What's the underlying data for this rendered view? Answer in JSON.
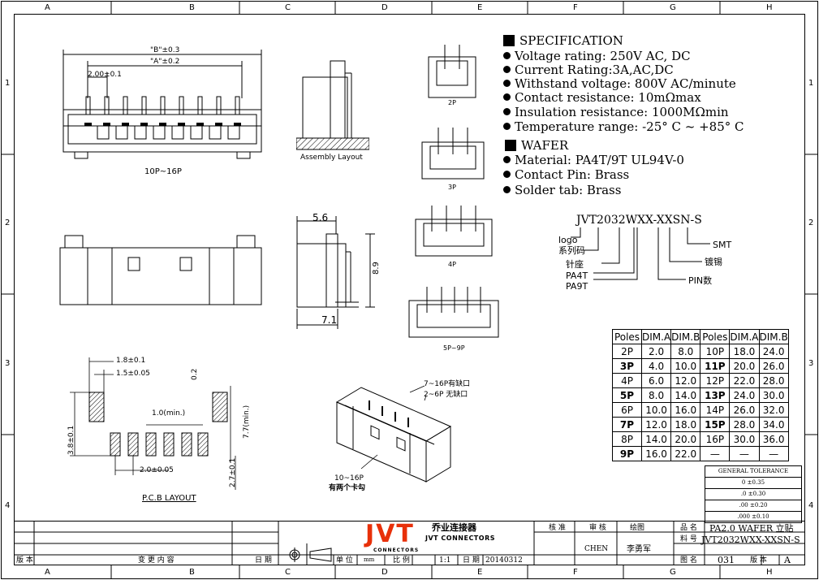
{
  "border": {
    "cols": [
      "A",
      "B",
      "C",
      "D",
      "E",
      "F",
      "G",
      "H"
    ],
    "rows": [
      "1",
      "2",
      "3",
      "4"
    ]
  },
  "spec": {
    "heading": "SPECIFICATION",
    "items": [
      "Voltage rating: 250V AC, DC",
      "Current Rating:3A,AC,DC",
      "Withstand voltage: 800V AC/minute",
      "Contact resistance: 10mΩmax",
      "Insulation resistance: 1000MΩmin",
      "Temperature range: -25° C ~ +85° C"
    ],
    "wafer_heading": "WAFER",
    "wafer_items": [
      "Material: PA4T/9T UL94V-0",
      "Contact Pin: Brass",
      "Solder tab: Brass"
    ]
  },
  "part_code": {
    "code": "JVT2032WXX-XXSN-S",
    "logo": "logo",
    "series": "系列码",
    "socket": "针座",
    "pa4t": "PA4T",
    "pa9t": "PA9T",
    "pin_count": "PIN数",
    "plating": "镀锡",
    "smt": "SMT"
  },
  "drawing": {
    "dim_b": "\"B\"±0.3",
    "dim_a": "\"A\"±0.2",
    "pitch": "2.00±0.1",
    "range_label": "10P~16P",
    "assembly_label": "Assembly Layout",
    "width_56": "5.6",
    "height_89": "8.9",
    "width_71": "7.1",
    "pcb_18": "1.8±0.1",
    "pcb_15": "1.5±0.05",
    "pcb_02": "0.2",
    "pcb_10": "1.0(min.)",
    "pcb_38": "3.8±0.1",
    "pcb_77": "7.7(min.)",
    "pcb_20": "2.0±0.05",
    "pcb_27": "2.7±0.1",
    "pcb_title": "P.C.B LAYOUT",
    "notch_7_16": "7~16P有缺口",
    "notch_2_6": "2~6P 无缺口",
    "clip_range": "10~16P",
    "clip_note": "有两个卡勾",
    "views": [
      "2P",
      "3P",
      "4P",
      "5P~9P"
    ]
  },
  "poles_table": {
    "header": [
      "Poles",
      "DIM.A",
      "DIM.B",
      "Poles",
      "DIM.A",
      "DIM.B"
    ],
    "rows": [
      [
        "2P",
        "2.0",
        "8.0",
        "10P",
        "18.0",
        "24.0"
      ],
      [
        "3P",
        "4.0",
        "10.0",
        "11P",
        "20.0",
        "26.0"
      ],
      [
        "4P",
        "6.0",
        "12.0",
        "12P",
        "22.0",
        "28.0"
      ],
      [
        "5P",
        "8.0",
        "14.0",
        "13P",
        "24.0",
        "30.0"
      ],
      [
        "6P",
        "10.0",
        "16.0",
        "14P",
        "26.0",
        "32.0"
      ],
      [
        "7P",
        "12.0",
        "18.0",
        "15P",
        "28.0",
        "34.0"
      ],
      [
        "8P",
        "14.0",
        "20.0",
        "16P",
        "30.0",
        "36.0"
      ],
      [
        "9P",
        "16.0",
        "22.0",
        "—",
        "—",
        "—"
      ]
    ]
  },
  "tolerance": {
    "title": "GENERAL TOLERANCE",
    "rows": [
      "0    ±0.35",
      ".0    ±0.30",
      ".00    ±0.20",
      ".000    ±0.10"
    ]
  },
  "title_block": {
    "brand": "JVT",
    "brand_cn": "乔业连接器",
    "brand_en": "JVT CONNECTORS",
    "brand_sub": "CONNECTORS",
    "rev_label": "版 本",
    "change_label": "变 更 内 容",
    "date_label": "日 期",
    "unit_label": "单 位",
    "unit_value": "mm",
    "scale_label": "比 例",
    "scale_value": "1:1",
    "date2_label": "日 期",
    "date_value": "20140312",
    "check_label": "核 准",
    "review_label": "审 核",
    "draw_label": "绘图",
    "reviewer": "CHEN",
    "drawer": "李勇军",
    "name_label": "品 名",
    "name_value": "PA2.0 WAFER 立贴",
    "part_label": "料 号",
    "part_value": "JVT2032WXX-XXSN-S",
    "drawing_label": "图 名",
    "drawing_value": "031",
    "version_label": "版 本",
    "version_value": "A"
  }
}
